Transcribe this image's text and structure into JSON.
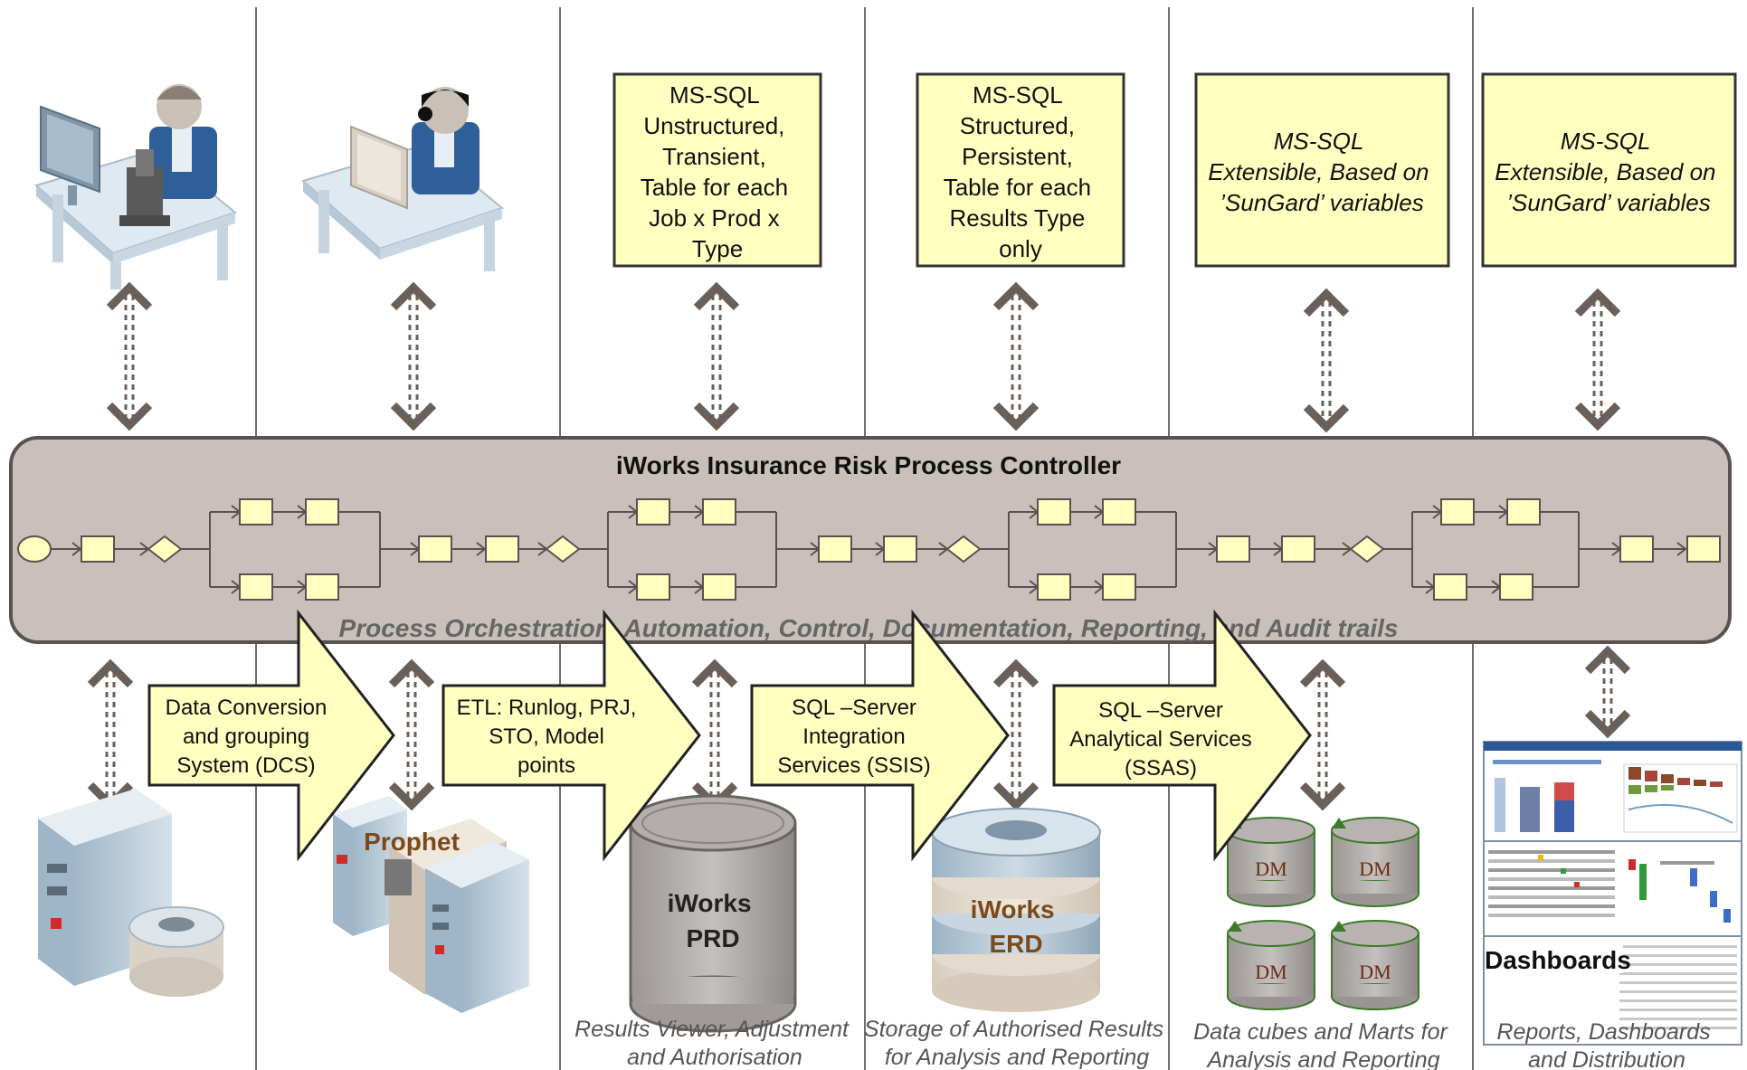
{
  "controller": {
    "title": "iWorks Insurance Risk Process Controller",
    "subtitle": "Process Orchestration, Automation, Control, Documentation, Reporting, and Audit trails"
  },
  "db_boxes": [
    {
      "lines": [
        "MS-SQL",
        "Unstructured,",
        "Transient,",
        "Table for each",
        "Job x Prod x",
        "Type"
      ]
    },
    {
      "lines": [
        "MS-SQL",
        "Structured,",
        "Persistent,",
        "Table for each",
        "Results Type",
        "only"
      ]
    },
    {
      "lines": [
        "MS-SQL",
        "Extensible, Based on",
        "’SunGard’ variables"
      ]
    },
    {
      "lines": [
        "MS-SQL",
        "Extensible, Based on",
        "’SunGard’ variables"
      ]
    }
  ],
  "flow_arrows": [
    {
      "lines": [
        "Data Conversion",
        "and grouping",
        "System (DCS)"
      ]
    },
    {
      "lines": [
        "ETL: Runlog, PRJ,",
        "STO, Model",
        "points"
      ]
    },
    {
      "lines": [
        "SQL –Server",
        "Integration",
        "Services (SSIS)"
      ]
    },
    {
      "lines": [
        "SQL –Server",
        "Analytical Services",
        "(SSAS)"
      ]
    }
  ],
  "stores": {
    "prophet_label": "Prophet",
    "prd_lines": [
      "iWorks",
      "PRD"
    ],
    "erd_lines": [
      "iWorks",
      "ERD"
    ],
    "dm_label": "DM",
    "dashboards_label": "Dashboards"
  },
  "captions": [
    {
      "lines": [
        "Results Viewer, Adjustment",
        "and Authorisation"
      ]
    },
    {
      "lines": [
        "Storage of Authorised Results",
        "for Analysis and Reporting"
      ]
    },
    {
      "lines": [
        "Data cubes and Marts for",
        "Analysis and Reporting"
      ]
    },
    {
      "lines": [
        "Reports, Dashboards",
        "and Distribution"
      ]
    }
  ],
  "colors": {
    "box_fill": "#ffffc0",
    "controller_fill": "#c9c0bb",
    "arrow_color": "#6b5f59",
    "divider": "#6e6e6e"
  }
}
